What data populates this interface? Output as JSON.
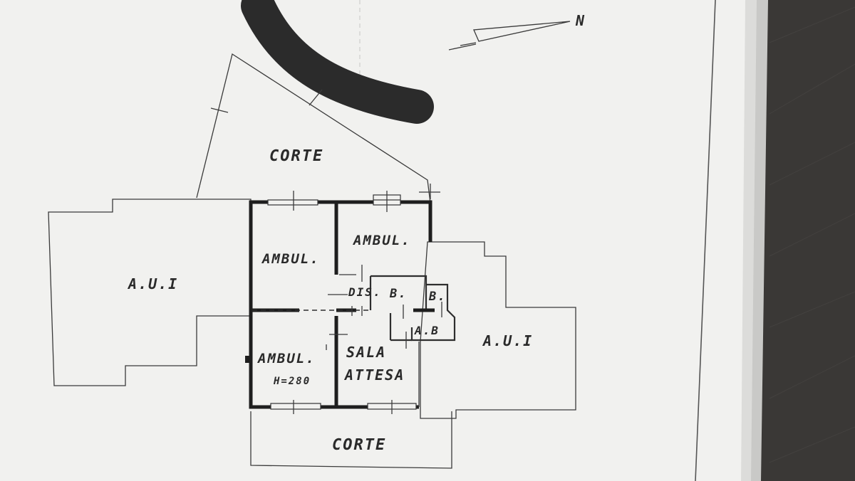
{
  "plan": {
    "north_label": "N",
    "labels": {
      "corte_top": "CORTE",
      "corte_bottom": "CORTE",
      "aui_left": "A.U.I",
      "aui_right": "A.U.I",
      "ambul_top_left": "AMBUL.",
      "ambul_top_right": "AMBUL.",
      "ambul_bottom_left": "AMBUL.",
      "height_note": "H=280",
      "dis": "DIS.",
      "bagno_1": "B.",
      "bagno_2": "B.",
      "antibagno": "A.B",
      "sala": "SALA",
      "attesa": "ATTESA"
    }
  },
  "colors": {
    "paper": "#f1f1ef",
    "ink": "#1e1e1e",
    "redaction": "#2b2b2b",
    "background": "#3a3836"
  }
}
